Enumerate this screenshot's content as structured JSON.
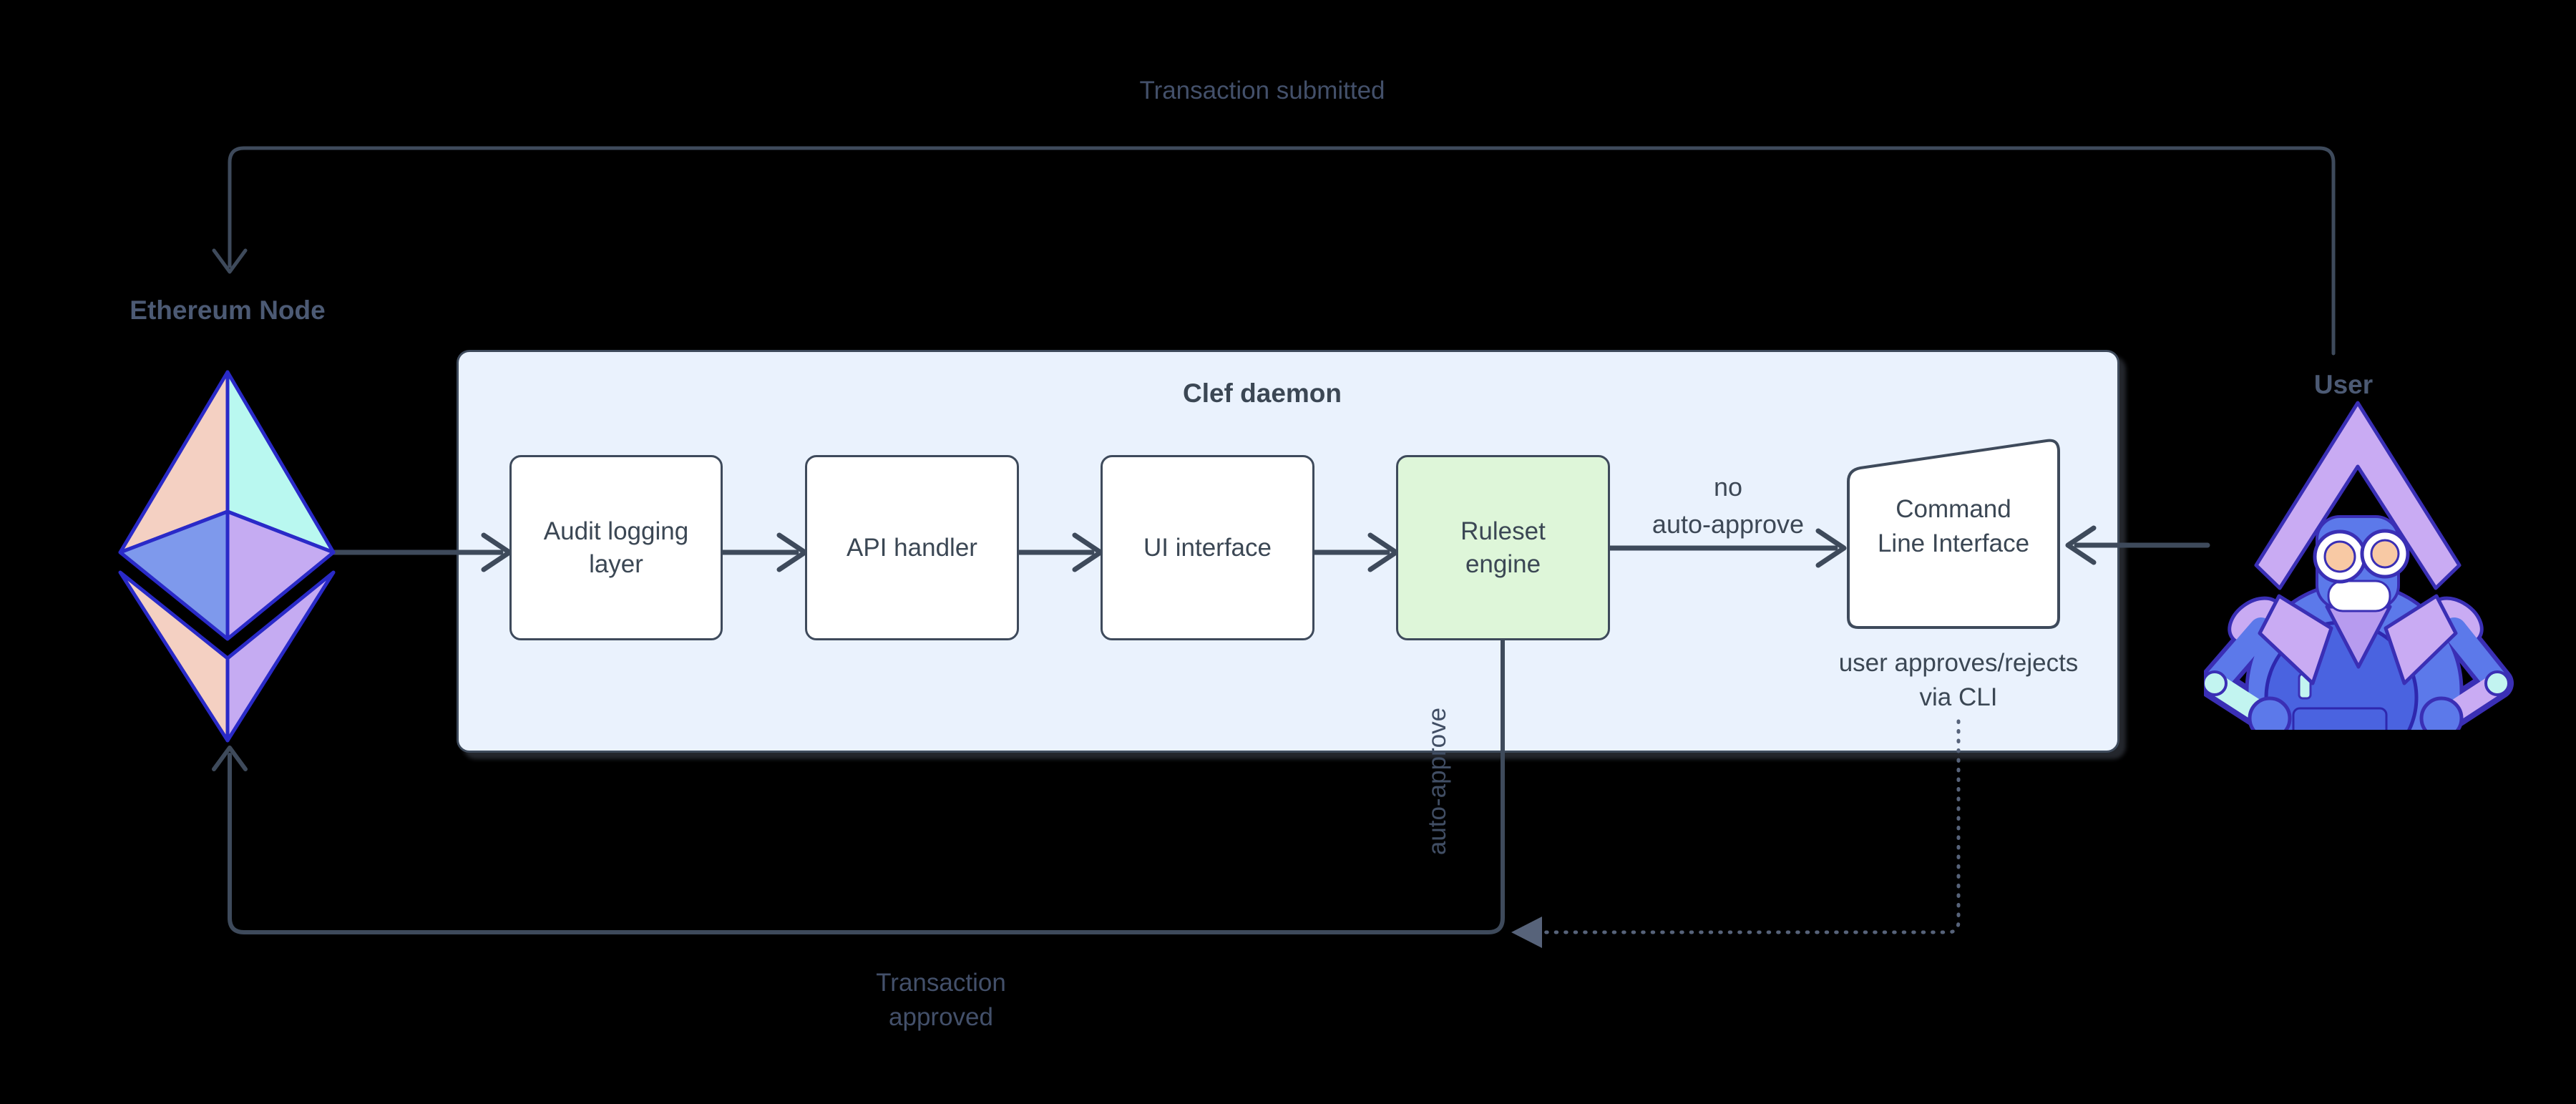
{
  "diagram": {
    "background": "#000000",
    "line_color": "#3e4a5b",
    "dotted_line_color": "#57637a",
    "outside_label_color": "#43506a",
    "clef_fill": "#eaf2fd",
    "ruleset_fill": "#def6d9",
    "ethereum_logo_colors": {
      "outline": "#2a2ac8",
      "peach": "#f4d0c2",
      "cyan": "#b9f8f0",
      "blue": "#7e99ec",
      "purple": "#c5abf2"
    }
  },
  "clef": {
    "title": "Clef daemon",
    "boxes": [
      {
        "name": "audit-logging-layer",
        "line1": "Audit logging",
        "line2": "layer",
        "fill": "#ffffff"
      },
      {
        "name": "api-handler",
        "line1": "API handler",
        "line2": "",
        "fill": "#ffffff"
      },
      {
        "name": "ui-interface",
        "line1": "UI interface",
        "line2": "",
        "fill": "#ffffff"
      },
      {
        "name": "ruleset-engine",
        "line1": "Ruleset",
        "line2": "engine",
        "fill": "#def6d9"
      },
      {
        "name": "command-line-interface",
        "line1": "Command",
        "line2": "Line Interface",
        "fill": "#ffffff"
      }
    ]
  },
  "nodes": {
    "ethereum_node": {
      "label": "Ethereum Node"
    },
    "user": {
      "label": "User"
    }
  },
  "edges": {
    "transaction_submitted": "Transaction submitted",
    "transaction_approved_line1": "Transaction",
    "transaction_approved_line2": "approved",
    "no_auto_approve_line1": "no",
    "no_auto_approve_line2": "auto-approve",
    "auto_approve": "auto-approve",
    "user_approves_line1": "user approves/rejects",
    "user_approves_line2": "via CLI"
  }
}
